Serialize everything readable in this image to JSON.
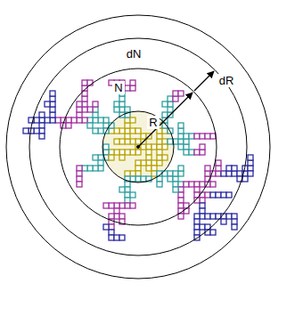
{
  "diagram": {
    "labels": [
      "dN",
      "N",
      "dR",
      "R"
    ]
  }
}
